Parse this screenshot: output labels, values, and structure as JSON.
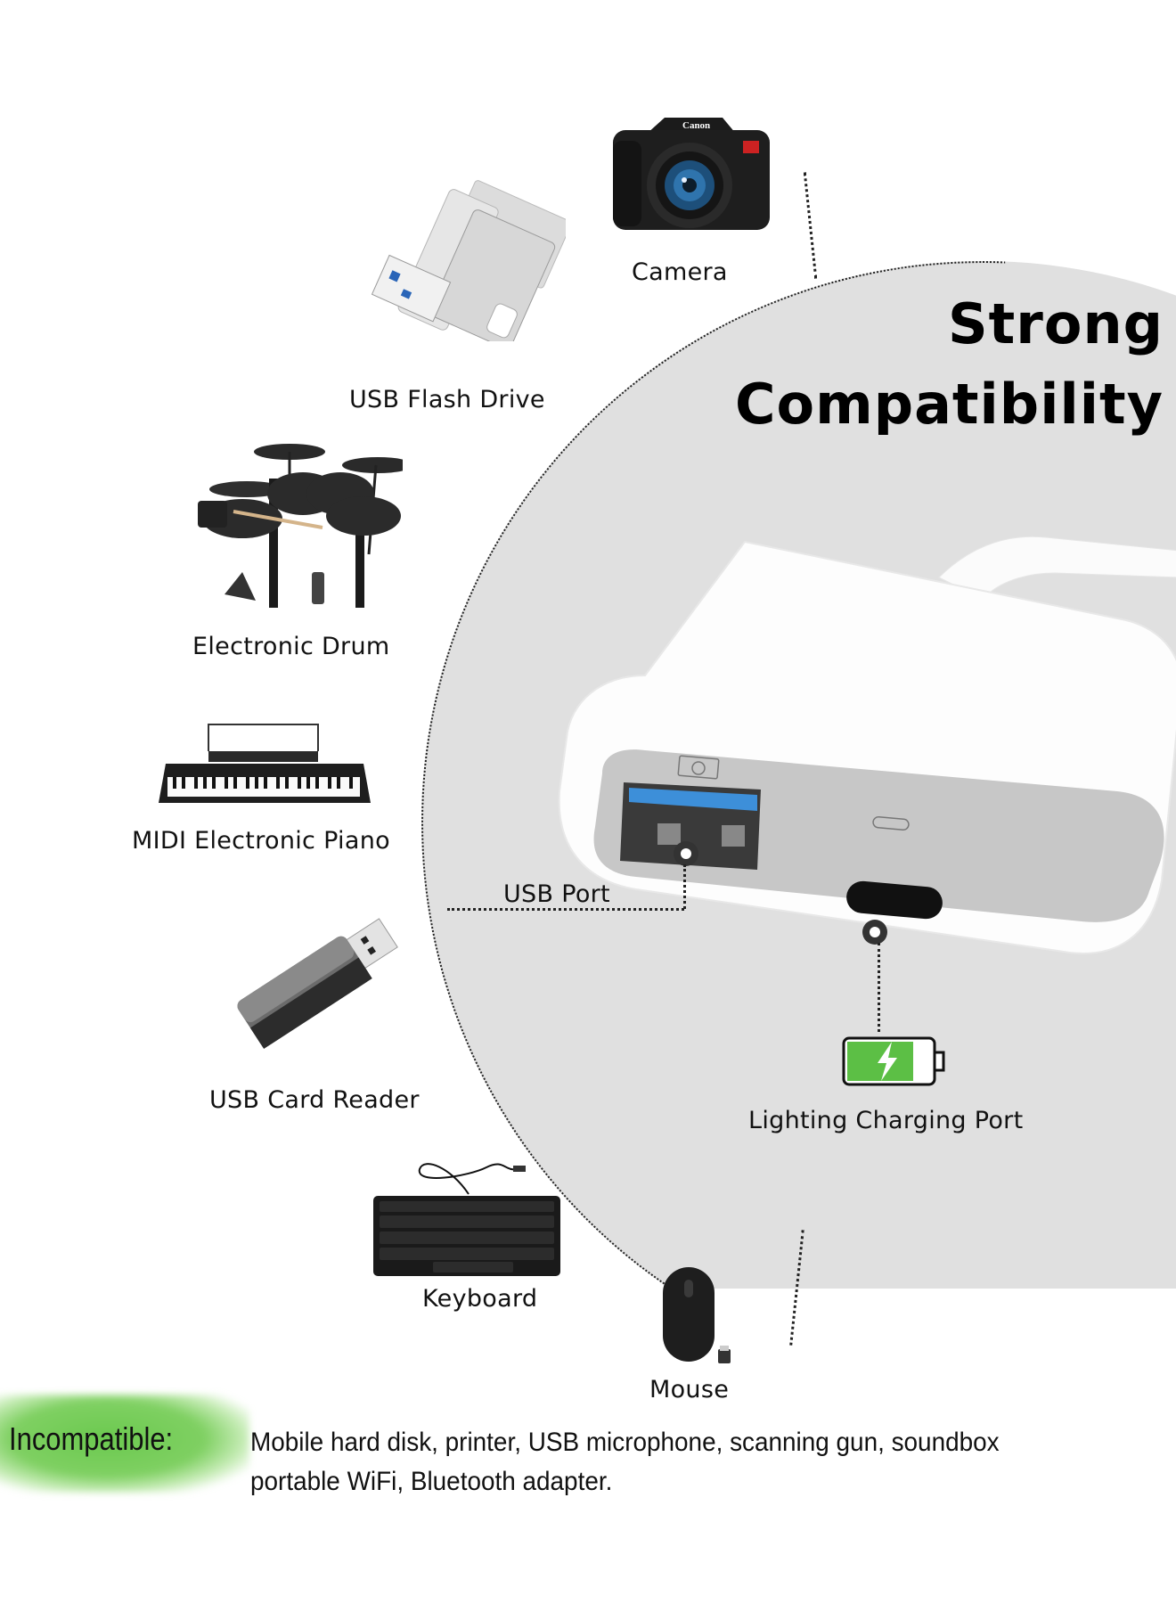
{
  "heading": {
    "line1": "Strong",
    "line2": "Compatibility"
  },
  "devices": [
    {
      "id": "camera",
      "label": "Camera",
      "icon": "camera-icon"
    },
    {
      "id": "usb-flash-drive",
      "label": "USB Flash Drive",
      "icon": "usb-flash-drive-icon"
    },
    {
      "id": "electronic-drum",
      "label": "Electronic Drum",
      "icon": "drum-kit-icon"
    },
    {
      "id": "midi-piano",
      "label": "MIDI Electronic Piano",
      "icon": "piano-keyboard-icon"
    },
    {
      "id": "usb-card-reader",
      "label": "USB Card Reader",
      "icon": "card-reader-icon"
    },
    {
      "id": "keyboard",
      "label": "Keyboard",
      "icon": "keyboard-icon"
    },
    {
      "id": "mouse",
      "label": "Mouse",
      "icon": "mouse-icon"
    }
  ],
  "adapter": {
    "usb_port_label": "USB Port",
    "charging_port_label": "Lighting Charging Port",
    "usb_port_glyph": "camera-glyph",
    "charging_port_glyph": "lightning-glyph",
    "battery_icon": "battery-charging-icon"
  },
  "incompatible": {
    "label": "Incompatible:",
    "line1": "Mobile hard disk, printer, USB microphone, scanning gun, soundbox",
    "line2": "portable WiFi, Bluetooth adapter."
  },
  "colors": {
    "circle_bg": "#e0e0e0",
    "highlight_green": "#6bc94f",
    "battery_green": "#5cbf45",
    "usb_blue": "#3d8fd9",
    "text": "#111111"
  }
}
